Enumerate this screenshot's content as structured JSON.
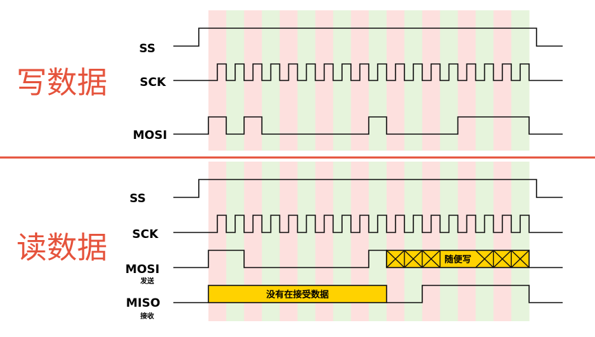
{
  "colors": {
    "accent_red": "#e5533c",
    "band_red": "#fde0de",
    "band_green": "#e6f4dc",
    "signal": "#111111",
    "highlight_yellow": "#ffd200"
  },
  "write_section": {
    "title": "写数据",
    "labels": {
      "ss": "SS",
      "sck": "SCK",
      "mosi": "MOSI"
    }
  },
  "read_section": {
    "title": "读数据",
    "labels": {
      "ss": "SS",
      "sck": "SCK",
      "mosi": "MOSI",
      "mosi_sub": "发送",
      "miso": "MISO",
      "miso_sub": "接收"
    },
    "mosi_box_label": "随便写",
    "miso_box_label": "没有在接受数据"
  },
  "waveforms": {
    "clock_cycles": 18,
    "write_mosi_bits": [
      1,
      0,
      1,
      0,
      0,
      0,
      0,
      0,
      0,
      1,
      0,
      0,
      0,
      0,
      1,
      1,
      1,
      1
    ],
    "read_mosi_bits": [
      1,
      1,
      0,
      0,
      0,
      0,
      0,
      0,
      0,
      1
    ],
    "read_mosi_dontcare_bits": 8,
    "read_miso_idle_bits": 10,
    "read_miso_bits": [
      0,
      0,
      1,
      1,
      1,
      1,
      1,
      1
    ]
  }
}
